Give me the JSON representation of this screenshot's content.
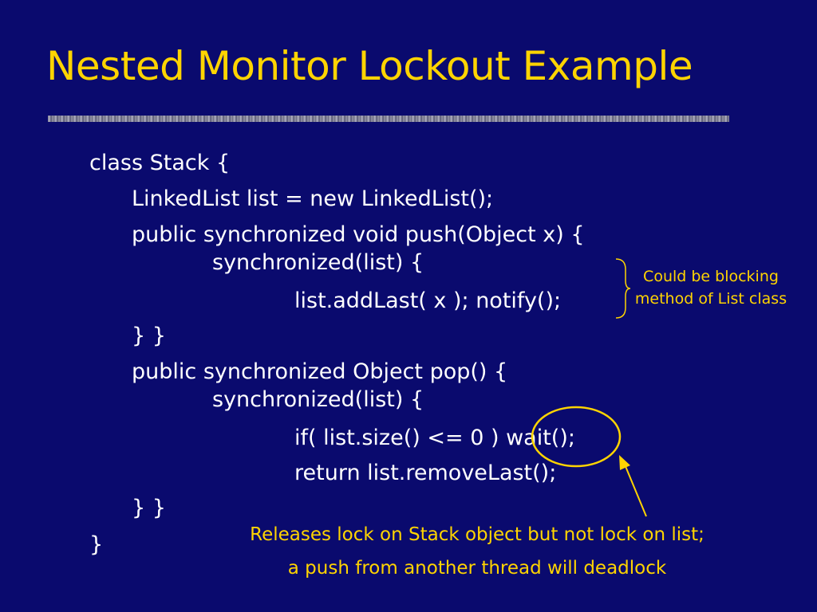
{
  "slide": {
    "title": "Nested Monitor Lockout Example"
  },
  "code": {
    "line_1": "class Stack {",
    "line_2": "LinkedList list = new LinkedList();",
    "line_3": "public synchronized void push(Object x) {",
    "line_4": "synchronized(list) {",
    "line_5": "list.addLast( x ); notify();",
    "line_6": "} }",
    "line_7": "public synchronized Object pop() {",
    "line_8": "synchronized(list) {",
    "line_9": "if( list.size() <= 0 ) wait();",
    "line_10": "return list.removeLast();",
    "line_11": "} }",
    "line_12": "}"
  },
  "annotations": {
    "right_note_line_1": "Could be blocking",
    "right_note_line_2": "method of List class",
    "bottom_note_line_1": "Releases lock on Stack object but not lock on list;",
    "bottom_note_line_2": "a push from another thread will deadlock"
  },
  "colors": {
    "background": "#0a0a6e",
    "title": "#ffd400",
    "code_text": "#ffffff",
    "annotation": "#ffd400"
  }
}
